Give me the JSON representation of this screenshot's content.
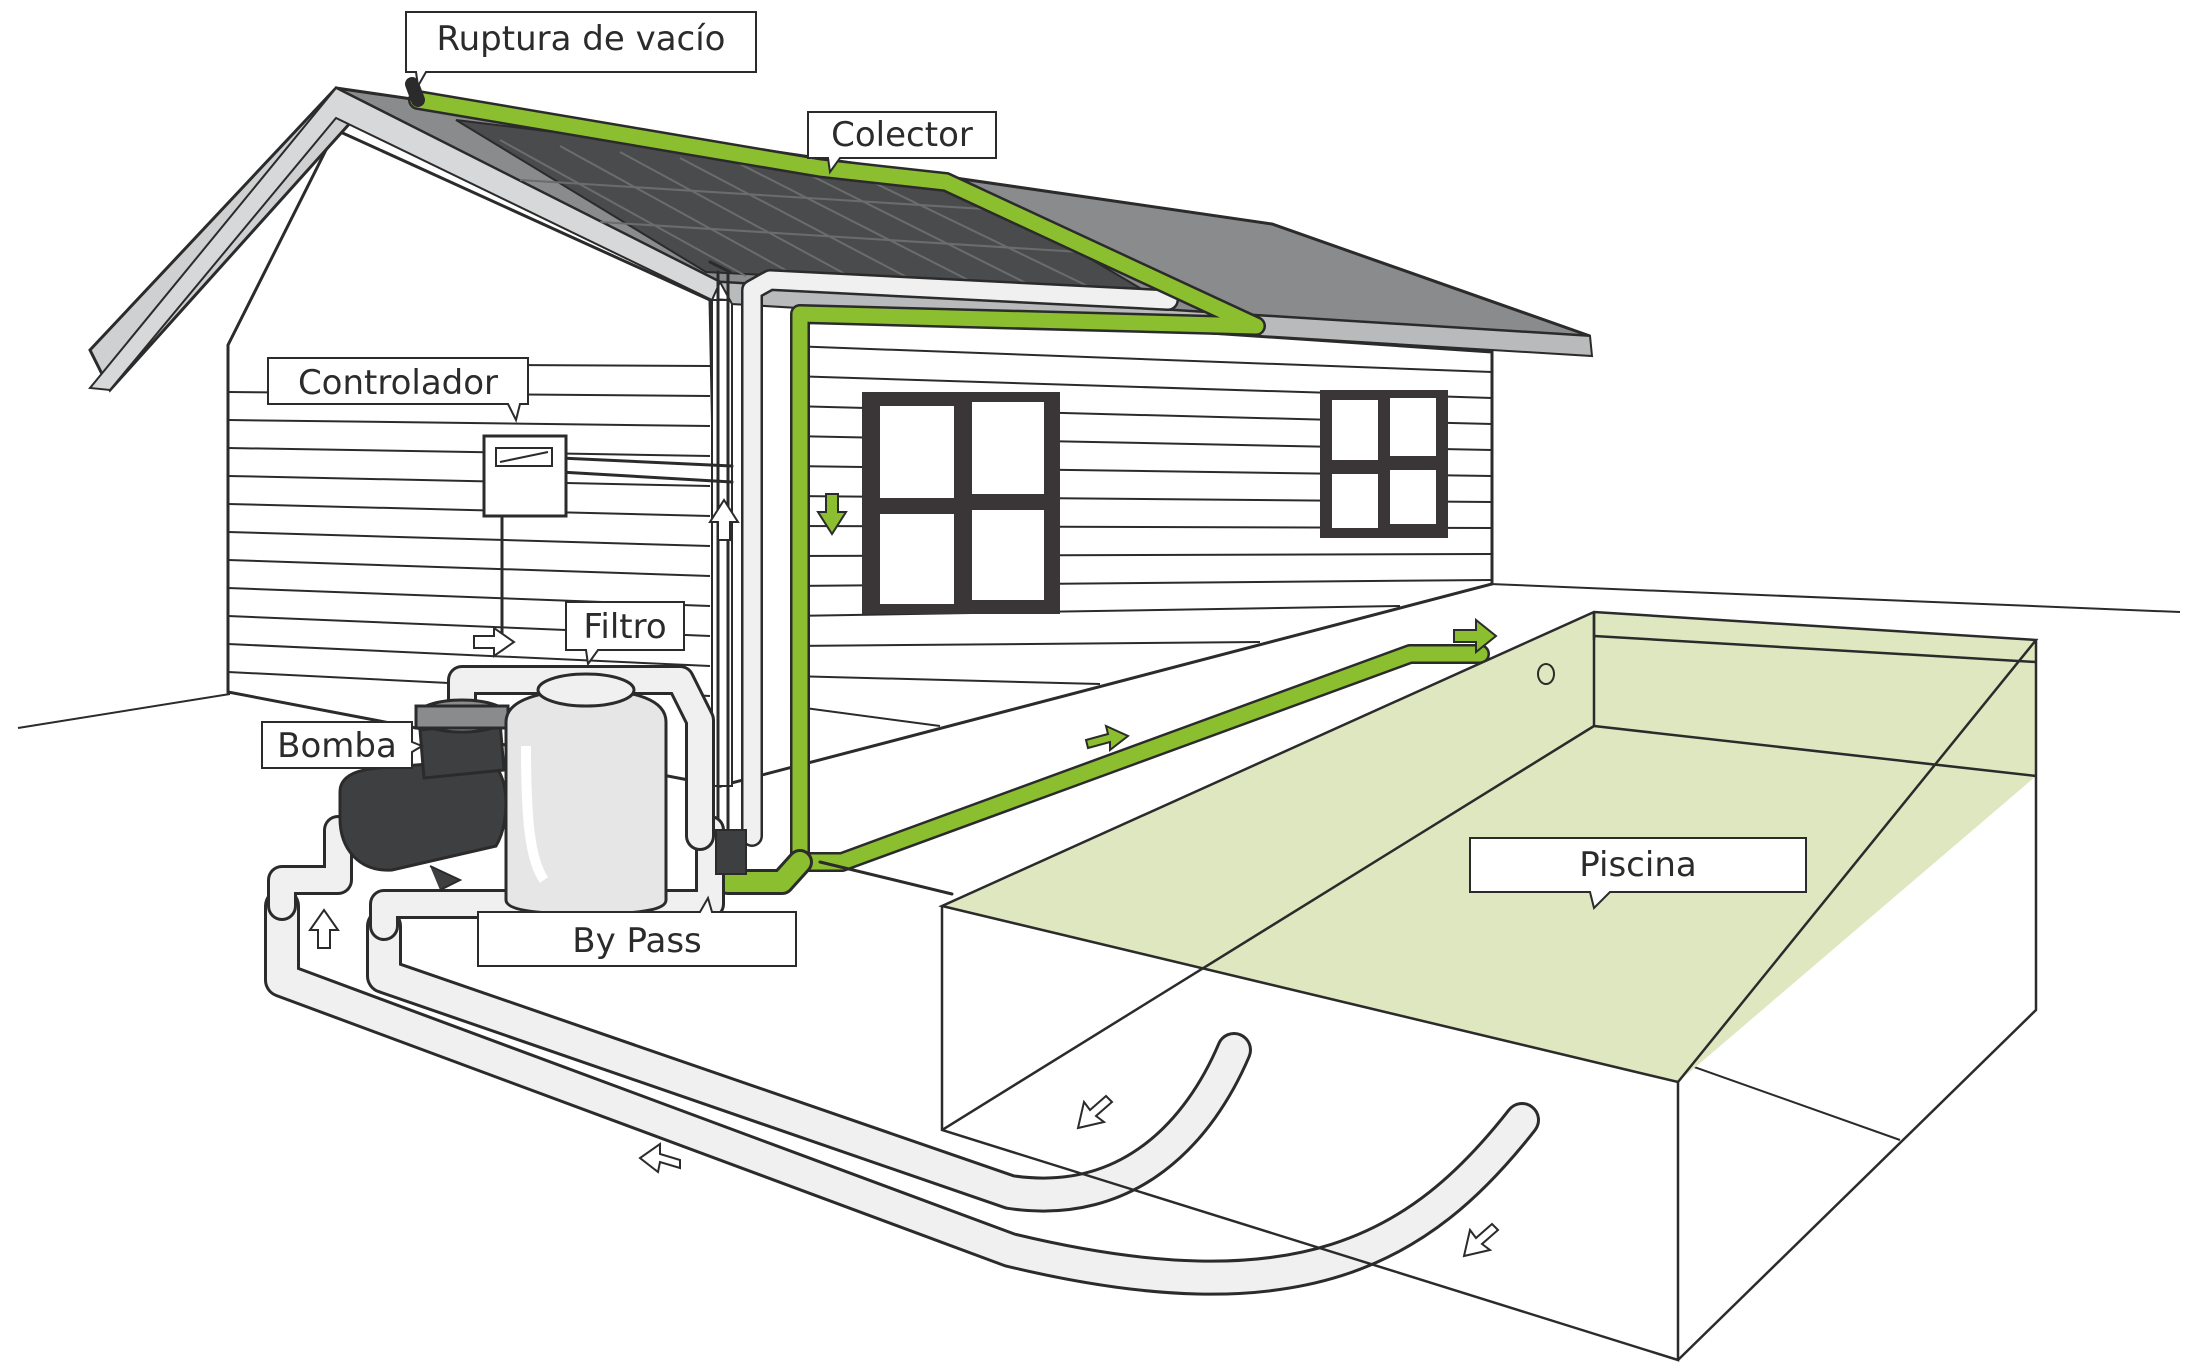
{
  "labels": {
    "ruptura": "Ruptura de vacío",
    "colector": "Colector",
    "controlador": "Controlador",
    "filtro": "Filtro",
    "bomba": "Bomba",
    "bypass": "By Pass",
    "piscina": "Piscina"
  },
  "colors": {
    "hot_pipe": "#8cbf2f",
    "cold_pipe": "#f0f0f0",
    "roof": "#8a8b8d",
    "solar_panel": "#4a4b4d",
    "pool_water": "#dfe7c0",
    "outline": "#2b2b2b",
    "pump": "#3e3f41",
    "filter": "#e6e6e6",
    "window": "#3a3536"
  }
}
